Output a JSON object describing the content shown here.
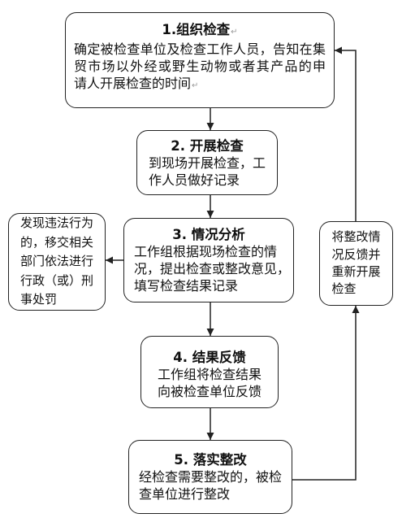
{
  "diagram": {
    "paragraph_mark": "↵",
    "step1": {
      "title": "1.组织检查",
      "lines": [
        "确定被检查单位及检查工作人员，告知在集",
        "贸市场以外经或野生动物或者其产品的申",
        "请人开展检查的时间"
      ]
    },
    "step2": {
      "title": "2. 开展检查",
      "lines": [
        "到现场开展检查，工",
        "作人员做好记录"
      ]
    },
    "step3": {
      "title": "3. 情况分析",
      "lines": [
        "工作组根据现场检查的情",
        "况，提出检查或整改意见，",
        "填写检查结果记录"
      ]
    },
    "step4": {
      "title": "4. 结果反馈",
      "lines": [
        "工作组将检查结果",
        "向被检查单位反馈"
      ]
    },
    "step5": {
      "title": "5. 落实整改",
      "lines": [
        "经检查需要整改的，被检",
        "查单位进行整改"
      ]
    },
    "violation_branch": {
      "lines": [
        "发现违法行为",
        "的，移交相关",
        "部门依法进行",
        "行政（或）刑",
        "事处罚"
      ]
    },
    "feedback_loop": {
      "lines": [
        "将整改情",
        "况反馈并",
        "重新开展",
        "检查"
      ]
    }
  },
  "colors": {
    "stroke": "#222222",
    "text": "#111111",
    "background": "#ffffff",
    "mark": "#9a9a9a"
  }
}
